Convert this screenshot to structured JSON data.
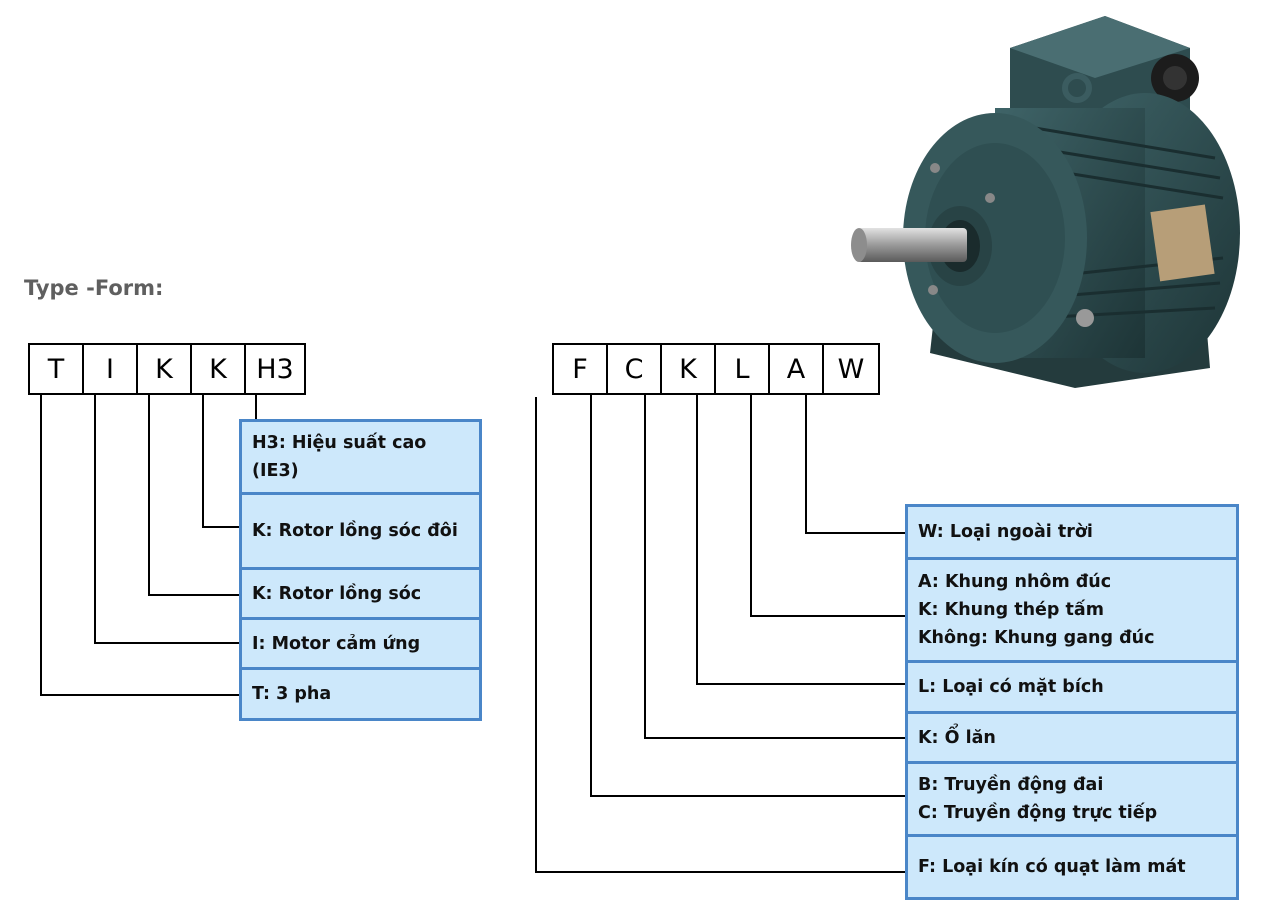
{
  "title": "Type -Form:",
  "left_code": {
    "letters": [
      "T",
      "I",
      "K",
      "K",
      "H3"
    ],
    "descriptions": [
      "H3: Hiệu suất cao\n(IE3)",
      "K: Rotor lồng sóc đôi",
      "K: Rotor lồng sóc",
      "I: Motor cảm ứng",
      "T: 3 pha"
    ]
  },
  "right_code": {
    "letters": [
      "F",
      "C",
      "K",
      "L",
      "A",
      "W"
    ],
    "descriptions": [
      "W: Loại ngoài trời",
      "A: Khung nhôm đúc\nK: Khung thép tấm\nKhông: Khung gang đúc",
      "L: Loại có mặt bích",
      "K: Ổ lăn",
      "B: Truyền động đai\nC: Truyền động trực tiếp",
      "F: Loại kín có quạt làm mát"
    ]
  },
  "image": {
    "subject": "electric-motor-photo",
    "body_color": "#2f4f52"
  }
}
